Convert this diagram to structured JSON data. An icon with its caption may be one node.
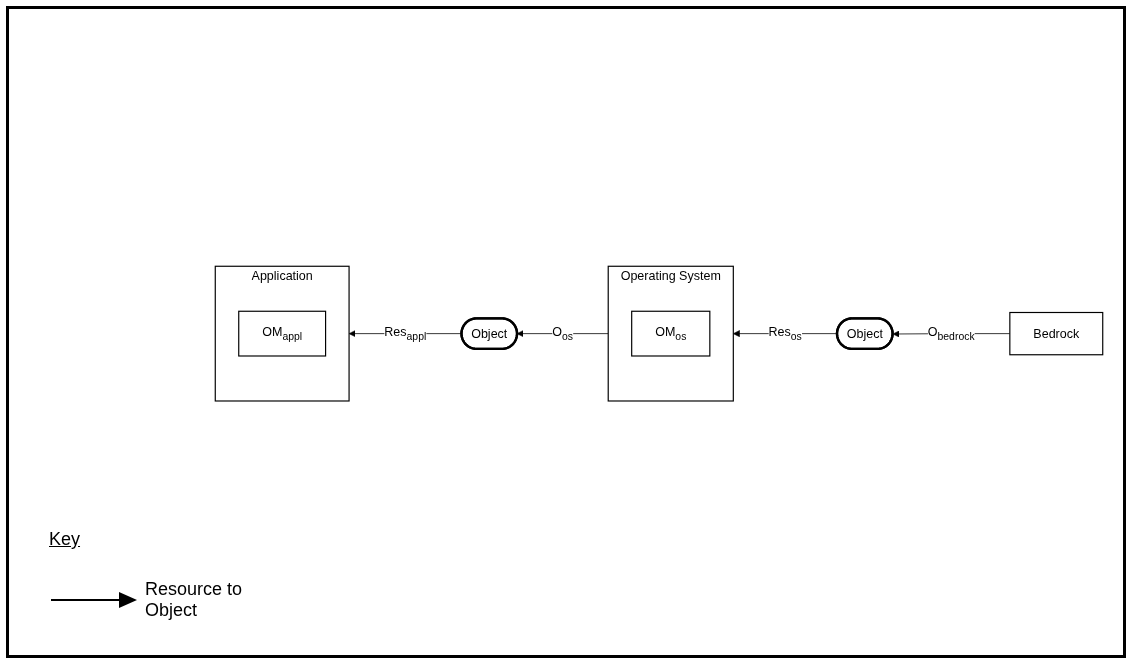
{
  "diagram": {
    "nodes": [
      {
        "text": [
          "Application"
        ]
      },
      {
        "text": [
          "OM$_{appl}$"
        ],
        "in": 0
      },
      {
        "text": [
          "Operating System"
        ]
      },
      {
        "text": [
          "OM$_{os}$"
        ],
        "in": 2
      },
      {
        "text": [
          "Bedrock"
        ]
      },
      {
        "text": [
          "Object"
        ]
      },
      {
        "text": [
          "Object"
        ]
      }
    ],
    "edges": [
      {
        "from": 5,
        "to": 0,
        "arrow": "to",
        "label": "Res$_{appl}$"
      },
      {
        "from": 2,
        "to": 5,
        "arrow": "to",
        "label": "O$_{os}$"
      },
      {
        "from": 6,
        "to": 2,
        "arrow": "to",
        "label": "Res$_{os}$"
      },
      {
        "from": 4,
        "to": 6,
        "arrow": "to",
        "label": "O$_{bedrock}$"
      }
    ],
    "labels": [
      "Key"
    ],
    "legend": [
      {
        "text": "Resource to Object"
      }
    ]
  }
}
